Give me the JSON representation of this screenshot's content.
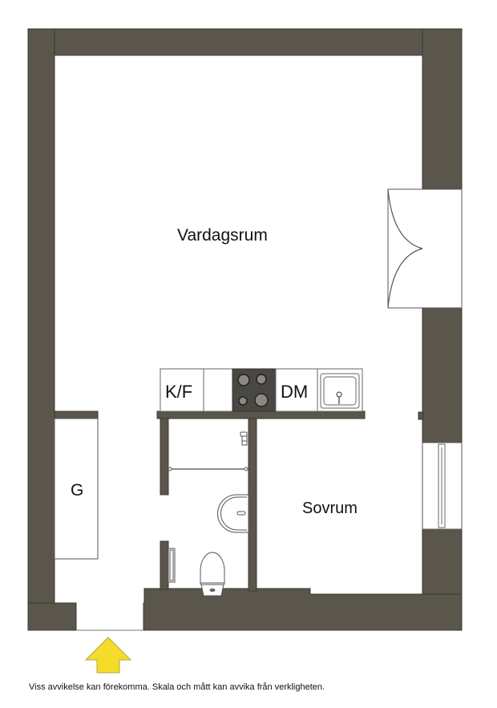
{
  "floorplan": {
    "colors": {
      "wall": "#5a564b",
      "wall_stroke": "#3a3832",
      "floor": "#ffffff",
      "fixture_stroke": "#555555",
      "stove": "#4a4843",
      "burner": "#8a8880",
      "entrance_arrow": "#f5dc2a"
    },
    "rooms": [
      {
        "id": "living",
        "label": "Vardagsrum"
      },
      {
        "id": "bedroom",
        "label": "Sovrum"
      }
    ],
    "fixtures": {
      "fridge_freezer": "K/F",
      "dishwasher": "DM",
      "wardrobe": "G"
    },
    "kitchen_items": [
      "fridge-freezer",
      "counter",
      "stove",
      "dishwasher",
      "sink"
    ],
    "bathroom_items": [
      "shower-tap",
      "shower-rail",
      "washbasin",
      "toilet",
      "radiator"
    ],
    "openings": [
      "french-doors-east",
      "window-east",
      "entrance-south"
    ]
  },
  "disclaimer": "Viss avvikelse kan förekomma. Skala och mått kan avvika från verkligheten."
}
